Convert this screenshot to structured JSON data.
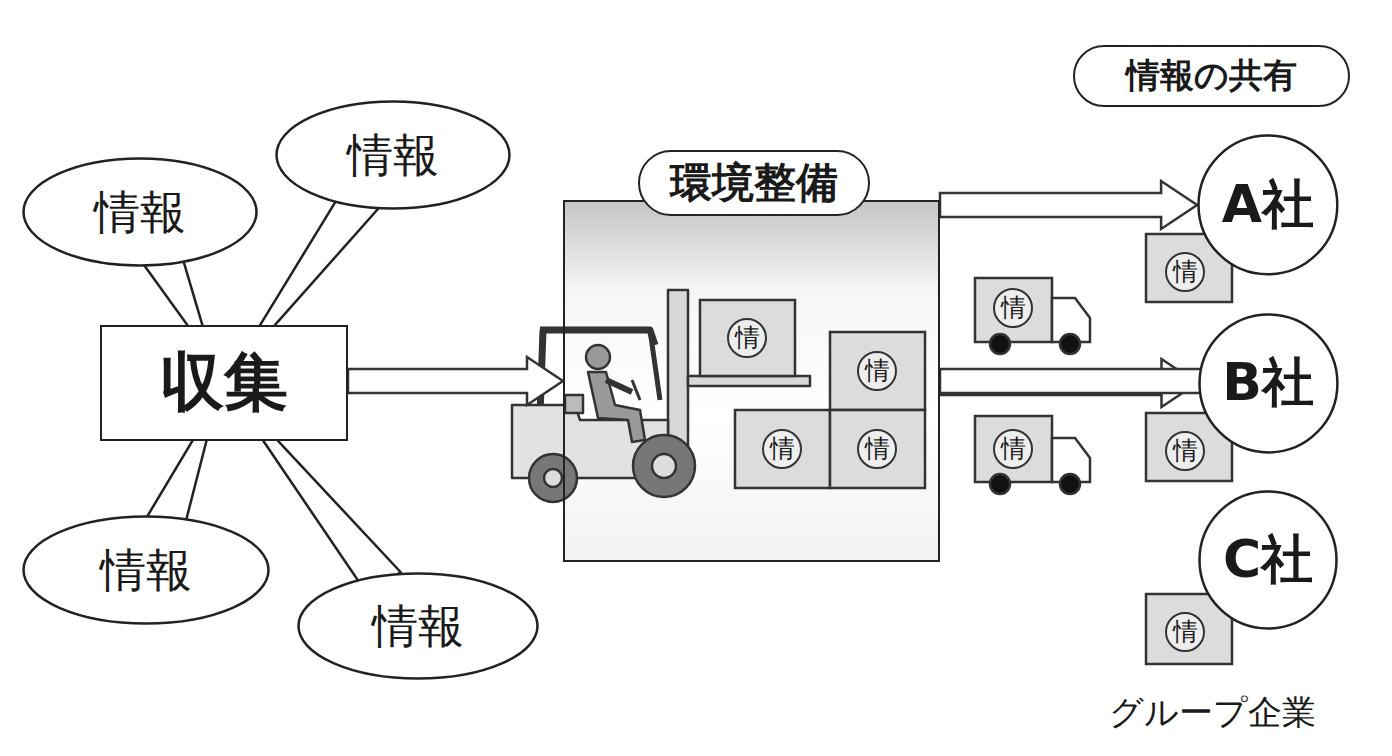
{
  "diagram": {
    "nodes": [
      {
        "text": [
          "情報"
        ]
      },
      {
        "text": [
          "情報"
        ]
      },
      {
        "text": [
          "収集"
        ]
      },
      {
        "text": [
          "情報"
        ]
      },
      {
        "text": [
          "情報"
        ]
      },
      {
        "text": [
          "環境整備"
        ]
      },
      {
        "text": [
          "情報の共有"
        ]
      },
      {
        "text": [
          "A社"
        ]
      },
      {
        "text": [
          "B社"
        ]
      },
      {
        "text": [
          "C社"
        ]
      }
    ],
    "edges": [
      {
        "from": 0,
        "to": 2,
        "arrow": "none"
      },
      {
        "from": 1,
        "to": 2,
        "arrow": "none"
      },
      {
        "from": 3,
        "to": 2,
        "arrow": "none"
      },
      {
        "from": 4,
        "to": 2,
        "arrow": "none"
      },
      {
        "from": 2,
        "to": 5,
        "arrow": "to"
      },
      {
        "from": 5,
        "to": 7,
        "arrow": "to"
      },
      {
        "from": 5,
        "to": 8,
        "arrow": "to"
      },
      {
        "from": 5,
        "to": 9,
        "arrow": "to"
      }
    ],
    "labels": [
      "情",
      "情",
      "情",
      "情",
      "情",
      "情",
      "情",
      "情",
      "情",
      "グループ企業"
    ]
  }
}
